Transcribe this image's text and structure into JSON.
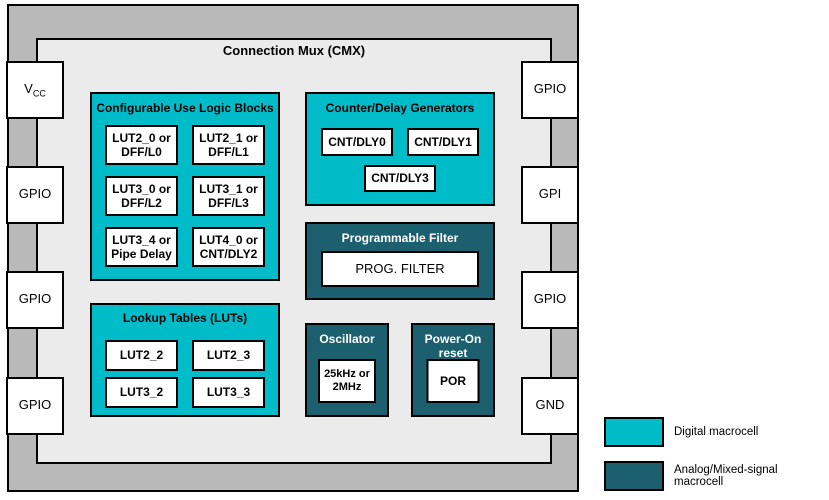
{
  "title": "Connection Mux (CMX)",
  "pins": {
    "left": [
      {
        "label": "V",
        "sub": "CC"
      },
      {
        "label": "GPIO",
        "sub": ""
      },
      {
        "label": "GPIO",
        "sub": ""
      },
      {
        "label": "GPIO",
        "sub": ""
      }
    ],
    "right": [
      {
        "label": "GPIO",
        "sub": ""
      },
      {
        "label": "GPI",
        "sub": ""
      },
      {
        "label": "GPIO",
        "sub": ""
      },
      {
        "label": "GND",
        "sub": ""
      }
    ]
  },
  "blocks": {
    "culb": {
      "title": "Configurable Use Logic Blocks",
      "type": "digital",
      "cells": [
        "LUT2_0 or DFF/L0",
        "LUT2_1 or DFF/L1",
        "LUT3_0 or DFF/L2",
        "LUT3_1 or DFF/L3",
        "LUT3_4 or Pipe Delay",
        "LUT4_0 or CNT/DLY2"
      ]
    },
    "cdg": {
      "title": "Counter/Delay Generators",
      "type": "digital",
      "cells": [
        "CNT/DLY0",
        "CNT/DLY1",
        "CNT/DLY3"
      ]
    },
    "pf": {
      "title": "Programmable Filter",
      "type": "analog",
      "cells": [
        "PROG. FILTER"
      ]
    },
    "luts": {
      "title": "Lookup Tables (LUTs)",
      "type": "digital",
      "cells": [
        "LUT2_2",
        "LUT2_3",
        "LUT3_2",
        "LUT3_3"
      ]
    },
    "osc": {
      "title": "Oscillator",
      "type": "analog",
      "cells": [
        "25kHz or 2MHz"
      ]
    },
    "por": {
      "title": "Power-On reset",
      "type": "analog",
      "cells": [
        "POR"
      ]
    }
  },
  "legend": {
    "items": [
      {
        "label": "Digital macrocell",
        "type": "digital"
      },
      {
        "label": "Analog/Mixed-signal macrocell",
        "type": "analog"
      }
    ]
  },
  "colors": {
    "digital_macrocell": "#00bcc9",
    "analog_macrocell": "#1c5f6e",
    "chip_frame": "#b9b9b9",
    "chip_inner": "#ebebeb"
  }
}
